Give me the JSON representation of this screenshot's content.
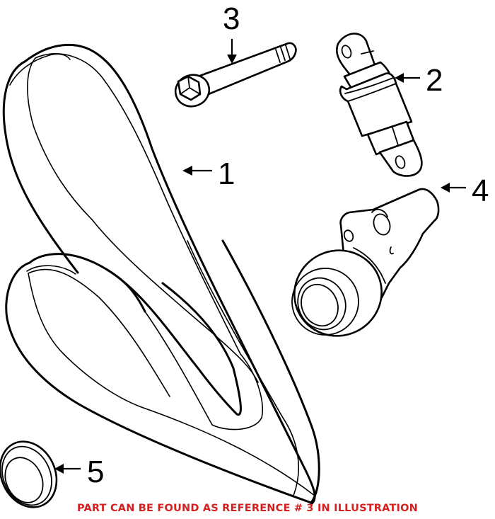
{
  "diagram": {
    "type": "exploded parts illustration",
    "subject": "serpentine belt drive components",
    "callouts": [
      {
        "number": "1",
        "part": "belt",
        "icon": "drive-belt-icon"
      },
      {
        "number": "2",
        "part": "tensioner shock / damper",
        "icon": "damper-icon"
      },
      {
        "number": "3",
        "part": "bolt",
        "icon": "bolt-icon"
      },
      {
        "number": "4",
        "part": "idler / tensioner pulley with bracket",
        "icon": "tensioner-pulley-icon"
      },
      {
        "number": "5",
        "part": "pulley cap / cover",
        "icon": "pulley-cap-icon"
      }
    ],
    "footer_note": "PART CAN BE FOUND AS REFERENCE # 3 IN ILLUSTRATION",
    "colors": {
      "line": "#000000",
      "background": "#ffffff",
      "note": "#d42020"
    }
  }
}
